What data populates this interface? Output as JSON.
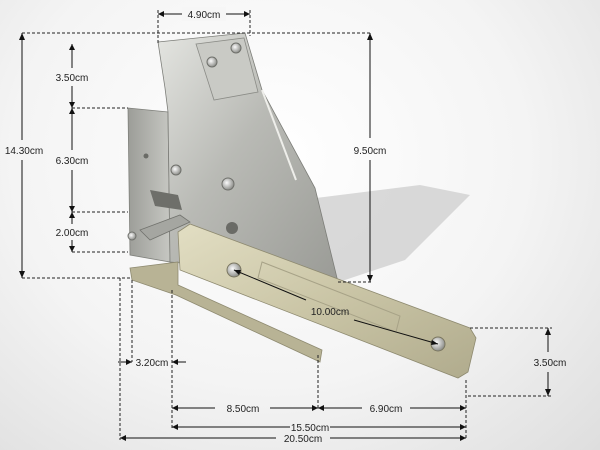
{
  "diagram": {
    "dimensions": {
      "top_width": "4.90cm",
      "upper_section": "3.50cm",
      "middle_section": "6.30cm",
      "lower_section": "2.00cm",
      "total_height": "14.30cm",
      "arm_height": "9.50cm",
      "hole_spacing": "10.00cm",
      "bar_height": "3.50cm",
      "offset": "3.20cm",
      "left_span": "8.50cm",
      "right_span": "6.90cm",
      "bar_length": "15.50cm",
      "overall_length": "20.50cm"
    },
    "colors": {
      "metal_light": "#d9d9d4",
      "metal_mid": "#b8b9b4",
      "metal_dark": "#8f908b",
      "bar_light": "#d8d3b4",
      "bar_mid": "#c2bd9c",
      "shadow": "#c7c7c7",
      "line": "#111111"
    }
  }
}
